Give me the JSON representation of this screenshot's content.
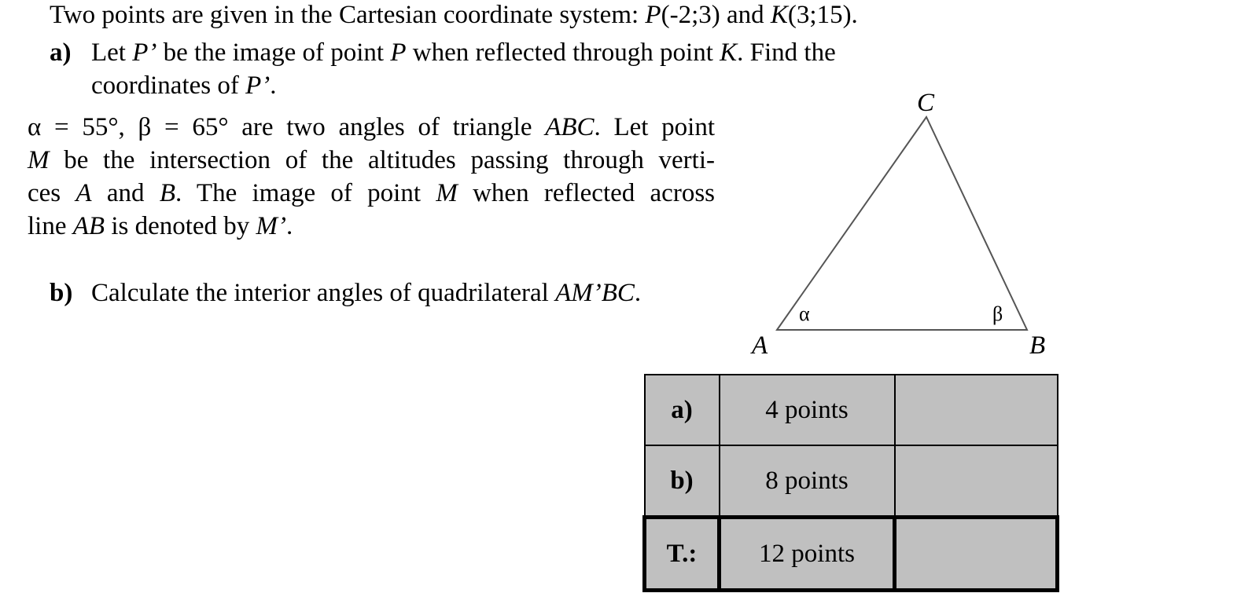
{
  "intro": {
    "prefix": "Two points are given in the Cartesian coordinate system: ",
    "P": "P",
    "Pcoord": "(-2;3) and ",
    "K": "K",
    "Kcoord": "(3;15)."
  },
  "part_a": {
    "label": "a)",
    "line1_a": "Let ",
    "Pprime": "P’",
    "line1_b": " be the image of point ",
    "P": "P",
    "line1_c": " when reflected through point ",
    "K": "K",
    "line1_d": ". Find the",
    "line2_a": "coordinates of ",
    "Pprime2": "P’",
    "line2_b": "."
  },
  "paragraph": {
    "l1_a": "α = 55°, β = 65° are two angles of triangle ",
    "l1_abc": "ABC",
    "l1_b": ". Let point",
    "l2_m": "M",
    "l2_a": " be the intersection of the altitudes passing through verti-",
    "l3_a": "ces ",
    "l3_A": "A",
    "l3_b": " and ",
    "l3_B": "B",
    "l3_c": ". The image of point ",
    "l3_M": "M",
    "l3_d": " when reflected across",
    "l4_a": "line ",
    "l4_AB": "AB",
    "l4_b": " is denoted by ",
    "l4_Mp": "M’",
    "l4_c": "."
  },
  "part_b": {
    "label": "b)",
    "text": "Calculate the interior angles of quadrilateral ",
    "quad": "AM’BC",
    "end": "."
  },
  "figure": {
    "vertex_A": "A",
    "vertex_B": "B",
    "vertex_C": "C",
    "angle_alpha": "α",
    "angle_beta": "β"
  },
  "score_table": {
    "rows": [
      {
        "part": "a)",
        "points": "4 points",
        "score": ""
      },
      {
        "part": "b)",
        "points": "8 points",
        "score": ""
      },
      {
        "part": "T.:",
        "points": "12 points",
        "score": ""
      }
    ]
  }
}
